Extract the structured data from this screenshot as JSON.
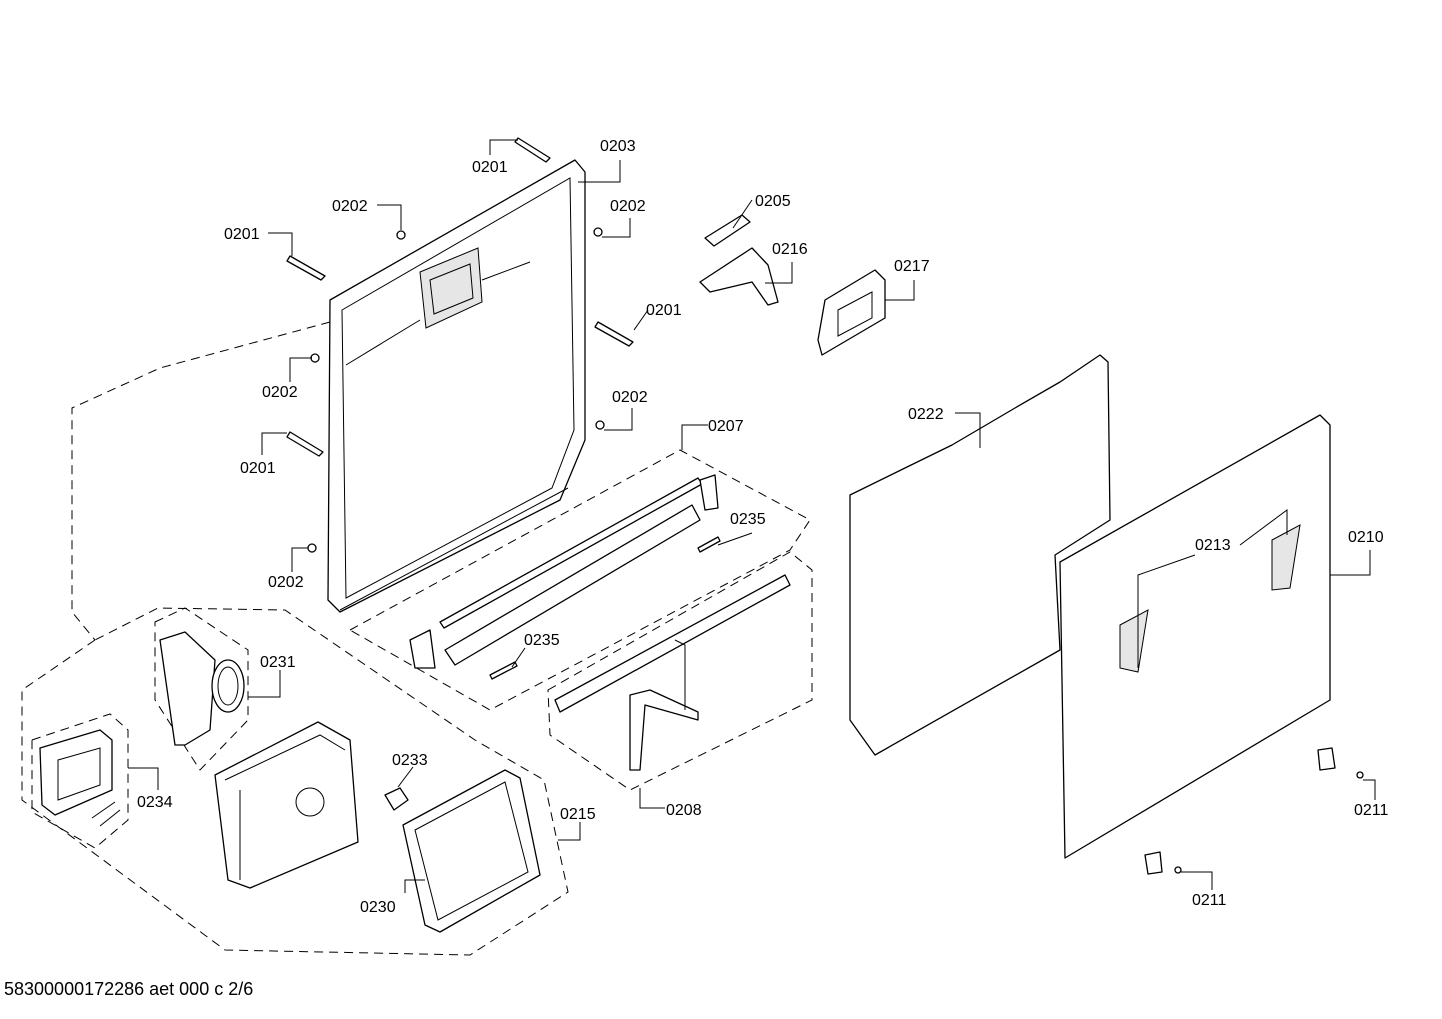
{
  "labels": {
    "l0201": "0201",
    "l0202": "0202",
    "l0203": "0203",
    "l0205": "0205",
    "l0207": "0207",
    "l0208": "0208",
    "l0210": "0210",
    "l0211": "0211",
    "l0213": "0213",
    "l0215": "0215",
    "l0216": "0216",
    "l0217": "0217",
    "l0222": "0222",
    "l0230": "0230",
    "l0231": "0231",
    "l0233": "0233",
    "l0234": "0234",
    "l0235": "0235"
  },
  "footer": "58300000172286 aet 000 c 2/6"
}
